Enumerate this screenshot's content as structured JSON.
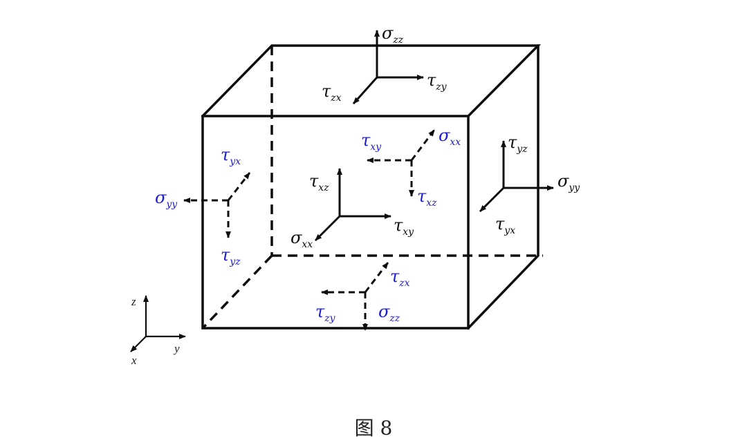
{
  "figure": {
    "caption": "图 8",
    "colors": {
      "visible_face": "#0d0d0d",
      "hidden_face": "#0d0d0d",
      "negative_face_labels": "#1c1cd6"
    },
    "coordinate_axes": {
      "z": "z",
      "x": "x",
      "y": "y"
    },
    "stress_labels": {
      "top": {
        "sigma": {
          "main": "σ",
          "sub": "zz"
        },
        "tau_zy": {
          "main": "τ",
          "sub": "zy"
        },
        "tau_zx": {
          "main": "τ",
          "sub": "zx"
        }
      },
      "front": {
        "tau_xz": {
          "main": "τ",
          "sub": "xz"
        },
        "tau_xy": {
          "main": "τ",
          "sub": "xy"
        },
        "sigma": {
          "main": "σ",
          "sub": "xx"
        }
      },
      "right": {
        "tau_yz": {
          "main": "τ",
          "sub": "yz"
        },
        "sigma": {
          "main": "σ",
          "sub": "yy"
        },
        "tau_yx": {
          "main": "τ",
          "sub": "yx"
        }
      },
      "back": {
        "tau_xy": {
          "main": "τ",
          "sub": "xy"
        },
        "sigma": {
          "main": "σ",
          "sub": "xx"
        },
        "tau_xz": {
          "main": "τ",
          "sub": "xz"
        }
      },
      "left": {
        "tau_yx": {
          "main": "τ",
          "sub": "yx"
        },
        "sigma": {
          "main": "σ",
          "sub": "yy"
        },
        "tau_yz": {
          "main": "τ",
          "sub": "yz"
        }
      },
      "bottom": {
        "tau_zx": {
          "main": "τ",
          "sub": "zx"
        },
        "tau_zy": {
          "main": "τ",
          "sub": "zy"
        },
        "sigma": {
          "main": "σ",
          "sub": "zz"
        }
      }
    }
  }
}
